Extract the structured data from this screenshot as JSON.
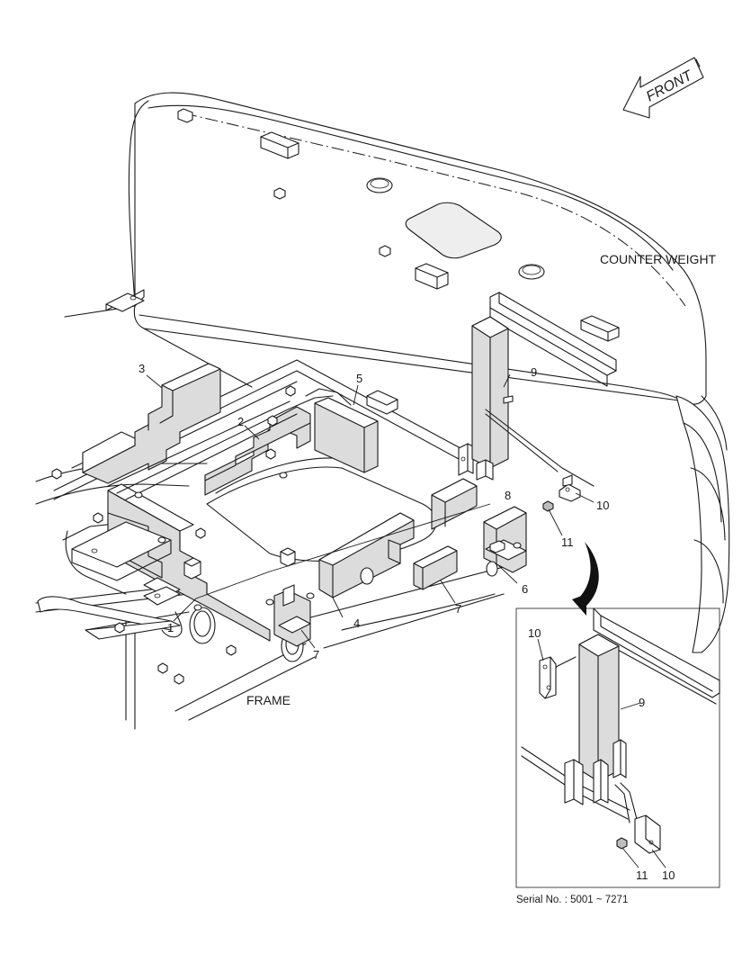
{
  "labels": {
    "front": "FRONT",
    "counter_weight": "COUNTER WEIGHT",
    "frame": "FRAME",
    "serial_no": "Serial No.  : 5001 ~ 7271"
  },
  "callouts": {
    "c1": "1",
    "c2": "2",
    "c3": "3",
    "c4": "4",
    "c5": "5",
    "c6": "6",
    "c7a": "7",
    "c7b": "7",
    "c8": "8",
    "c9": "9",
    "c10": "10",
    "c11": "11",
    "d9": "9",
    "d10a": "10",
    "d10b": "10",
    "d11": "11"
  }
}
